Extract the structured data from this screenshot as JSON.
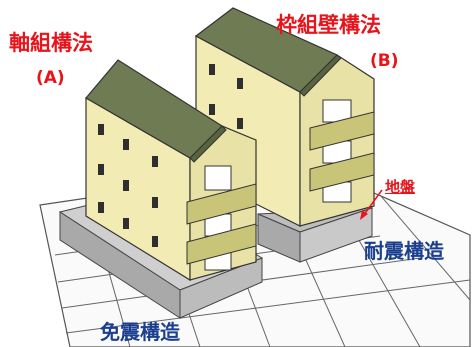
{
  "colors": {
    "red_label": "#e8141c",
    "blue_label": "#1b3f8f",
    "roof": "#6f7b52",
    "wall": "#f2ecb4",
    "wall_shade": "#d9d39a",
    "balcony": "#c8c478",
    "foundation": "#bdbdbd",
    "grid": "#555555"
  },
  "icons": [
    "building-a",
    "building-b",
    "ground-grid",
    "pointer-arrow"
  ],
  "labels": {
    "building_a": {
      "title": "軸組構法",
      "code": "(A)"
    },
    "building_b": {
      "title": "枠組壁構法",
      "code": "(B)"
    },
    "ground": "地盤",
    "seismic": "耐震構造",
    "isolation": "免震構造"
  }
}
